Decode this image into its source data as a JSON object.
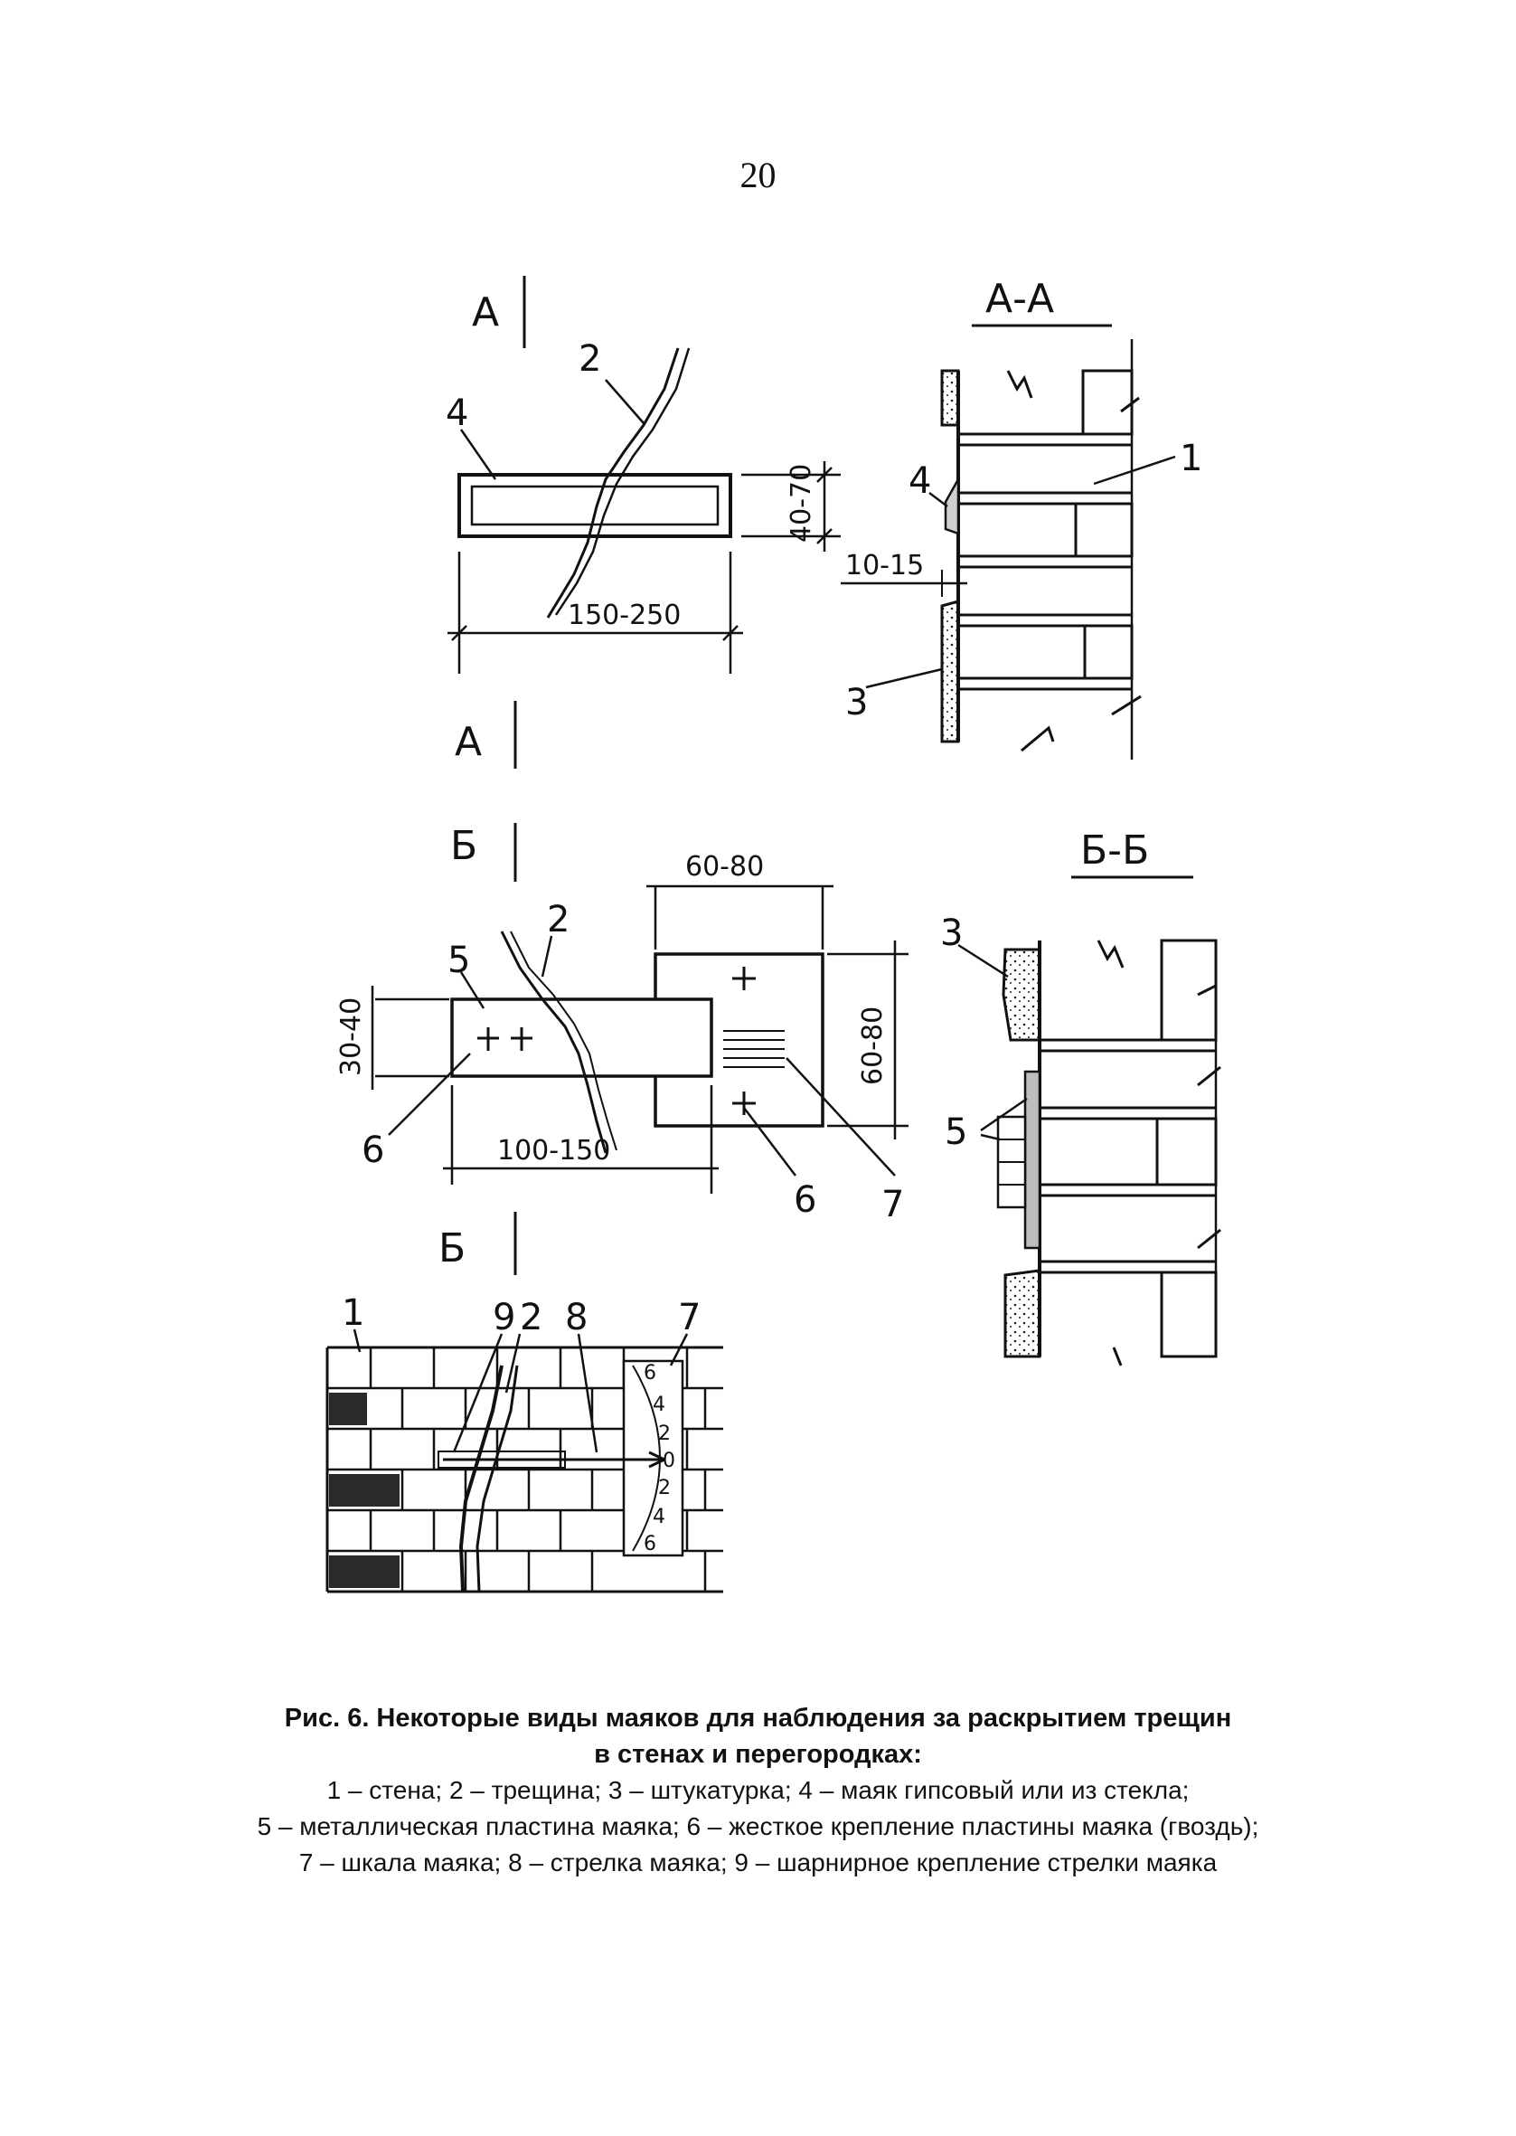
{
  "page_number": "20",
  "figure": {
    "view_a": {
      "section_mark_top": "А",
      "section_mark_bottom": "А",
      "callout_beacon": "4",
      "callout_crack": "2",
      "dim_length": "150-250",
      "dim_height": "40-70"
    },
    "section_a": {
      "title": "А-А",
      "callout_wall": "1",
      "callout_beacon": "4",
      "callout_plaster": "3",
      "dim_thickness": "10-15"
    },
    "view_b": {
      "section_mark_top": "Б",
      "callout_plate": "5",
      "callout_crack": "2",
      "callout_fixing_left": "6",
      "callout_fixing_right": "6",
      "callout_scale": "7",
      "dim_plate_height": "30-40",
      "dim_plate_length": "100-150",
      "dim_plate2_width": "60-80",
      "dim_plate2_height": "60-80"
    },
    "section_b": {
      "title": "Б-Б",
      "callout_plaster": "3",
      "callout_plates": "5"
    },
    "view_b_lower": {
      "section_mark": "Б",
      "callout_wall": "1",
      "callout_hinge": "9",
      "callout_crack": "2",
      "callout_arrow": "8",
      "callout_scale": "7",
      "scale_marks": [
        "6",
        "4",
        "2",
        "0",
        "2",
        "4",
        "6"
      ]
    }
  },
  "caption": {
    "title_line1": "Рис. 6. Некоторые виды маяков для наблюдения за раскрытием трещин",
    "title_line2": "в стенах и перегородках:",
    "legend_line1": "1 – стена; 2 – трещина; 3 – штукатурка; 4 – маяк гипсовый или из стекла;",
    "legend_line2": "5 – металлическая пластина маяка; 6 – жесткое крепление пластины маяка (гвоздь);",
    "legend_line3": "7 – шкала маяка; 8 – стрелка маяка; 9 – шарнирное крепление стрелки маяка"
  }
}
